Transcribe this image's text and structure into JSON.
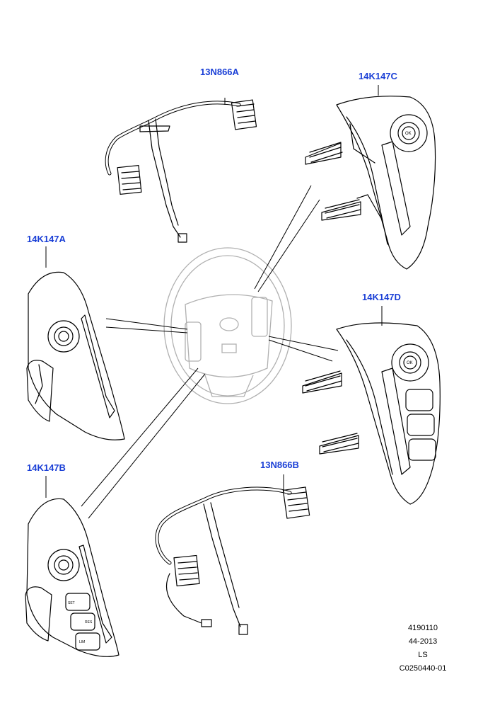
{
  "labels": {
    "wire_a": "13N866A",
    "switch_c": "14K147C",
    "switch_a": "14K147A",
    "switch_d": "14K147D",
    "switch_b": "14K147B",
    "wire_b": "13N866B"
  },
  "switch_text": {
    "ok": "OK",
    "set": "SET",
    "res": "RES",
    "lim": "LIM"
  },
  "reference": {
    "line1": "4190110",
    "line2": "44-2013",
    "line3": "LS",
    "line4": "C0250440-01"
  },
  "colors": {
    "label": "#1a3fd6",
    "line": "#000000",
    "wheel": "#b0b0b0"
  }
}
